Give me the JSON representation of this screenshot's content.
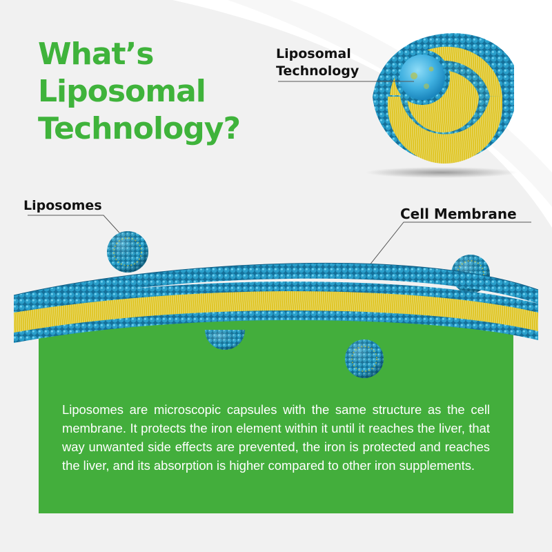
{
  "title": {
    "lines": [
      "What’s",
      "Liposomal",
      "Technology?"
    ],
    "color": "#3fb33b"
  },
  "labels": {
    "liposomal_technology": [
      "Liposomal",
      "Technology"
    ],
    "liposomes": "Liposomes",
    "cell_membrane": "Cell Membrane"
  },
  "description": "Liposomes are microscopic capsules with the same structure as the cell membrane. It protects the iron element within it until it reaches the liver, that way unwanted side effects are prevented, the iron is protected and reaches the liver, and its absorption is higher compared to other iron supplements.",
  "colors": {
    "background": "#f1f1f1",
    "swoosh": "#ffffff",
    "green_box": "#43ae3c",
    "lipid_head": "#1f8fb8",
    "lipid_head_dark": "#0f5f86",
    "lipid_tail": "#e3cf2c",
    "core": "#4fb6e4"
  },
  "icons": {
    "liposome_cross_section": "liposome-cross-section-icon",
    "liposome_sphere": "liposome-sphere-icon",
    "membrane": "cell-membrane-bilayer-icon"
  }
}
